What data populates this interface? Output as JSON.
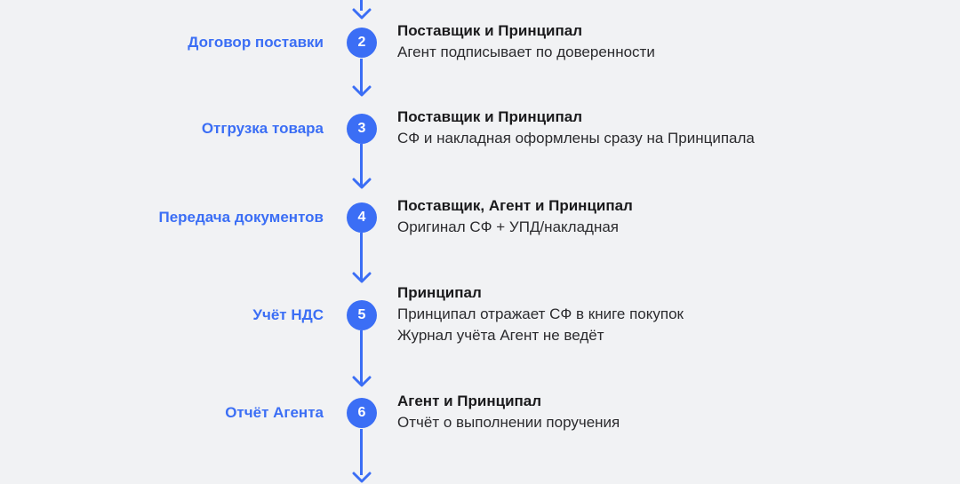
{
  "theme": {
    "background": "#f1f2f4",
    "accent": "#3b6ef5",
    "badge_text": "#ffffff",
    "title_text": "#1a1a1c",
    "detail_text": "#2b2b2e"
  },
  "diagram": {
    "type": "vertical-flowchart",
    "orientation": "top-to-bottom",
    "truncated_top": true,
    "truncated_bottom": true,
    "steps": [
      {
        "number": "2",
        "label": "Договор поставки",
        "title": "Поставщик и Принципал",
        "details": [
          "Агент подписывает по доверенности"
        ]
      },
      {
        "number": "3",
        "label": "Отгрузка товара",
        "title": "Поставщик и Принципал",
        "details": [
          "СФ и накладная оформлены сразу на Принципала"
        ]
      },
      {
        "number": "4",
        "label": "Передача документов",
        "title": "Поставщик, Агент и Принципал",
        "details": [
          "Оригинал СФ + УПД/накладная"
        ]
      },
      {
        "number": "5",
        "label": "Учёт НДС",
        "title": "Принципал",
        "details": [
          "Принципал отражает СФ в книге покупок",
          "Журнал учёта Агент не ведёт"
        ]
      },
      {
        "number": "6",
        "label": "Отчёт Агента",
        "title": "Агент и Принципал",
        "details": [
          "Отчёт о выполнении поручения"
        ]
      }
    ]
  }
}
